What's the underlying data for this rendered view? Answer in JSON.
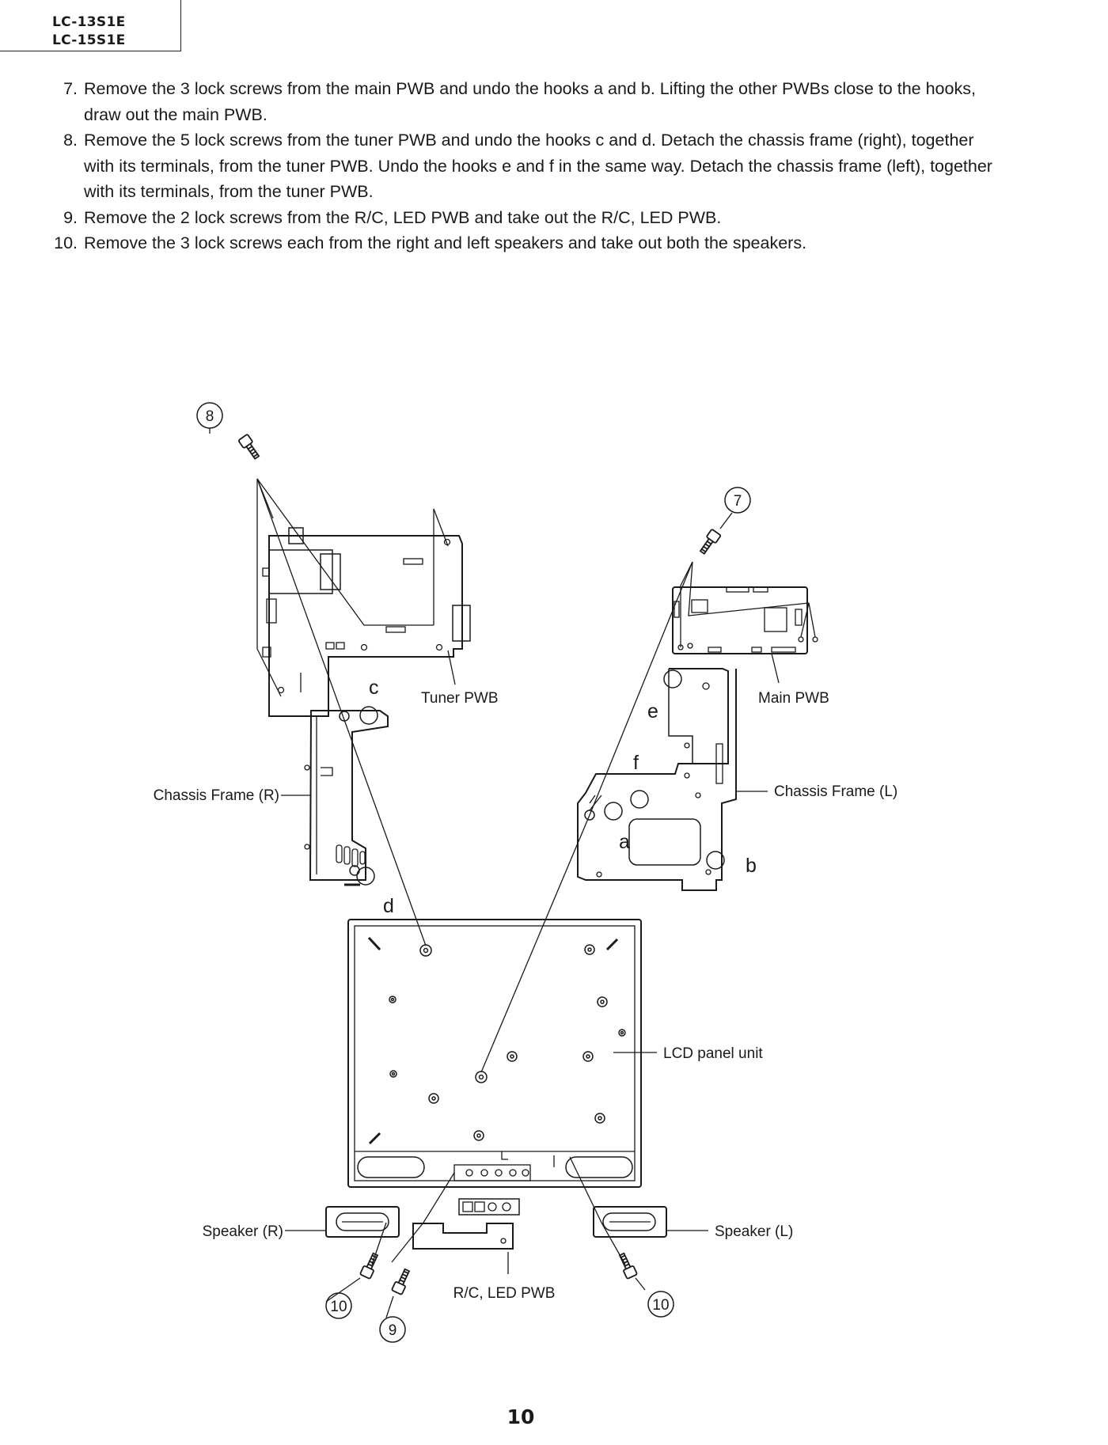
{
  "header": {
    "models": [
      "LC-13S1E",
      "LC-15S1E"
    ]
  },
  "steps": [
    {
      "num": "7.",
      "text": "Remove the 3 lock screws from the main PWB and undo the hooks a and b. Lifting the other PWBs close to the hooks, draw out the main PWB."
    },
    {
      "num": "8.",
      "text": "Remove the 5 lock screws from the tuner PWB and undo the hooks c and d. Detach the chassis frame (right), together with its terminals, from the tuner PWB. Undo the hooks e and f in the same way. Detach the chassis frame (left), together with its terminals, from the tuner PWB."
    },
    {
      "num": "9.",
      "text": "Remove the 2 lock screws from the R/C, LED PWB and take out the R/C, LED PWB."
    },
    {
      "num": "10.",
      "text": "Remove the 3 lock screws each from the right and left speakers and take out both the speakers."
    }
  ],
  "diagram": {
    "callouts": {
      "c8": "8",
      "c7": "7",
      "c10a": "10",
      "c9": "9",
      "c10b": "10"
    },
    "labels": {
      "tuner_pwb": "Tuner PWB",
      "main_pwb": "Main PWB",
      "chassis_r": "Chassis Frame (R)",
      "chassis_l": "Chassis Frame (L)",
      "lcd_panel": "LCD panel unit",
      "speaker_r": "Speaker (R)",
      "speaker_l": "Speaker (L)",
      "rc_led_pwb": "R/C, LED PWB"
    },
    "hooks": {
      "a": "a",
      "b": "b",
      "c": "c",
      "d": "d",
      "e": "e",
      "f": "f"
    }
  },
  "footer": {
    "page_number": "10"
  }
}
